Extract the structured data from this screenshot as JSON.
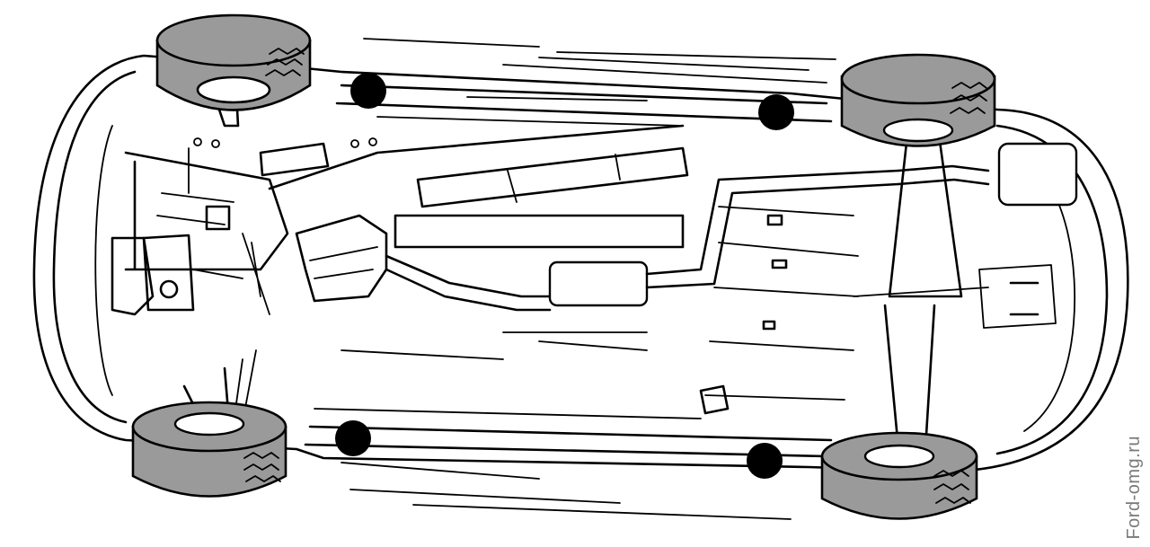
{
  "diagram": {
    "watermark": "Ford-omg.ru",
    "colors": {
      "ink": "#000000",
      "tire_fill": "#9a9a9a",
      "paper": "#ffffff",
      "watermark": "#7a7a7a"
    },
    "jack_points": {
      "count": 4,
      "marker": "black-circle"
    }
  }
}
